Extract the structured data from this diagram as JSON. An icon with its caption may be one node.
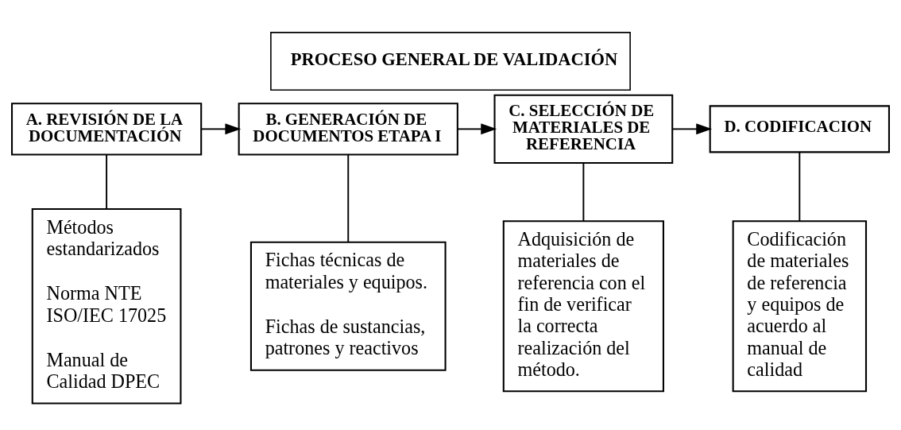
{
  "diagram": {
    "title": "PROCESO GENERAL DE VALIDACIÓN",
    "nodes": [
      {
        "text": [
          "A. REVISIÓN DE LA DOCUMENTACIÓN"
        ]
      },
      {
        "text": [
          "B. GENERACIÓN DE DOCUMENTOS ETAPA I"
        ]
      },
      {
        "text": [
          "C. SELECCIÓN DE MATERIALES DE REFERENCIA"
        ]
      },
      {
        "text": [
          "D. CODIFICACION"
        ]
      },
      {
        "text": [
          "Métodos estandarizados",
          "Norma NTE ISO/IEC 17025",
          "Manual de Calidad DPEC"
        ]
      },
      {
        "text": [
          "Fichas técnicas de materiales y equipos.",
          "Fichas de sustancias, patrones y reactivos"
        ]
      },
      {
        "text": [
          "Adquisición de materiales de referencia con el fin de verificar la correcta realización del método."
        ]
      },
      {
        "text": [
          "Codificación de materiales de referencia y equipos de acuerdo al manual de calidad"
        ]
      }
    ],
    "edges": [
      {
        "from": 0,
        "to": 1,
        "arrow": "to"
      },
      {
        "from": 1,
        "to": 2,
        "arrow": "to"
      },
      {
        "from": 2,
        "to": 3,
        "arrow": "to"
      },
      {
        "from": 0,
        "to": 4,
        "arrow": "none"
      },
      {
        "from": 1,
        "to": 5,
        "arrow": "none"
      },
      {
        "from": 2,
        "to": 6,
        "arrow": "none"
      },
      {
        "from": 3,
        "to": 7,
        "arrow": "none"
      }
    ]
  }
}
